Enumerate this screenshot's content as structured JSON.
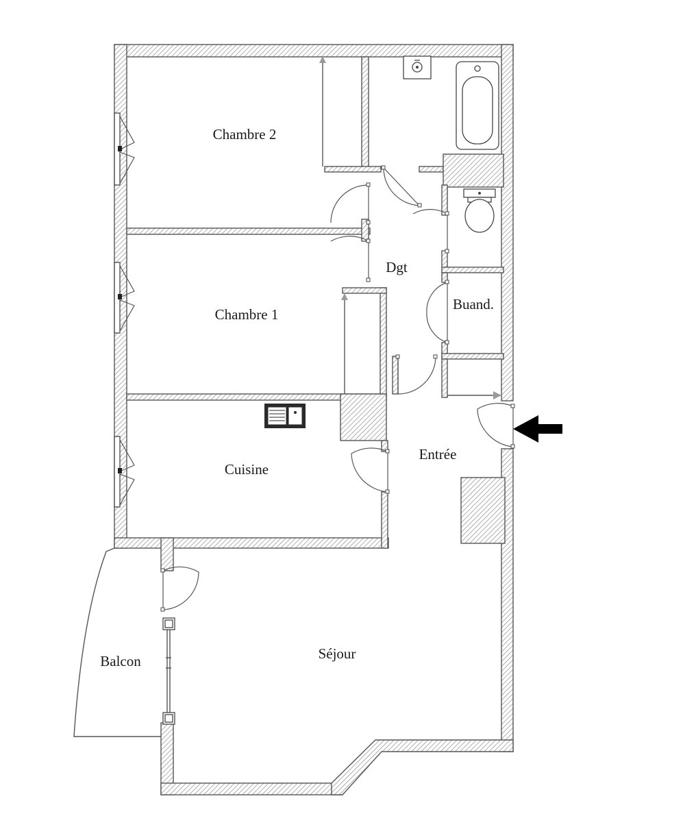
{
  "rooms": {
    "chambre2": "Chambre 2",
    "chambre1": "Chambre 1",
    "cuisine": "Cuisine",
    "dgt": "Dgt",
    "buand": "Buand.",
    "entree": "Entrée",
    "sejour": "Séjour",
    "balcon": "Balcon"
  },
  "colors": {
    "wall_stroke": "#555555",
    "hatch": "#9a9a9a",
    "entrance_arrow": "#000000",
    "background": "#ffffff"
  },
  "icons": {
    "entrance": "entrance-arrow-icon",
    "bathtub": "bathtub-icon",
    "washbasin": "washbasin-icon",
    "toilet": "toilet-icon",
    "sink": "kitchen-sink-icon"
  }
}
